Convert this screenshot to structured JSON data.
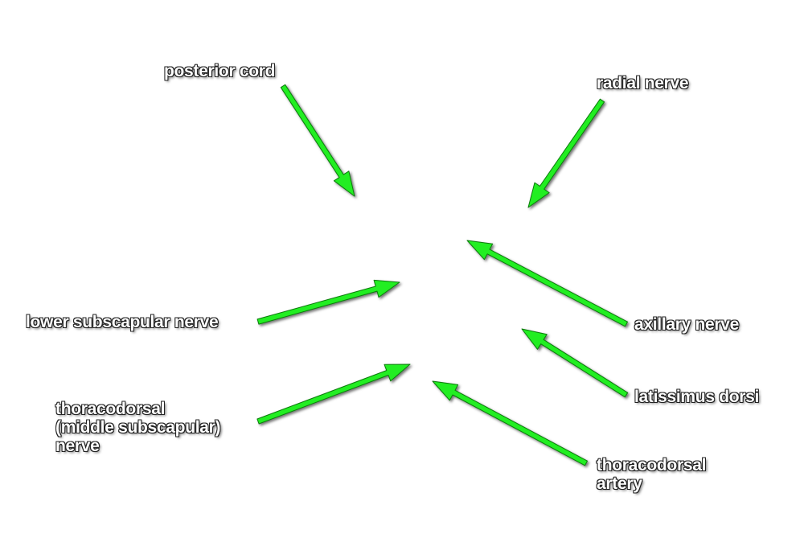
{
  "arrow_color": "#22ee22",
  "arrow_outline": "#0a7a0a",
  "labels": {
    "posterior_cord": "posterior cord",
    "radial_nerve": "radial nerve",
    "lower_subscapular_nerve": "lower subscapular nerve",
    "axillary_nerve": "axillary nerve",
    "latissimus_dorsi": "latissimus dorsi",
    "thoracodorsal_nerve": [
      "thoracodorsal",
      "(middle subscapular)",
      "nerve"
    ],
    "thoracodorsal_artery": [
      "thoracodorsal",
      "artery"
    ]
  }
}
